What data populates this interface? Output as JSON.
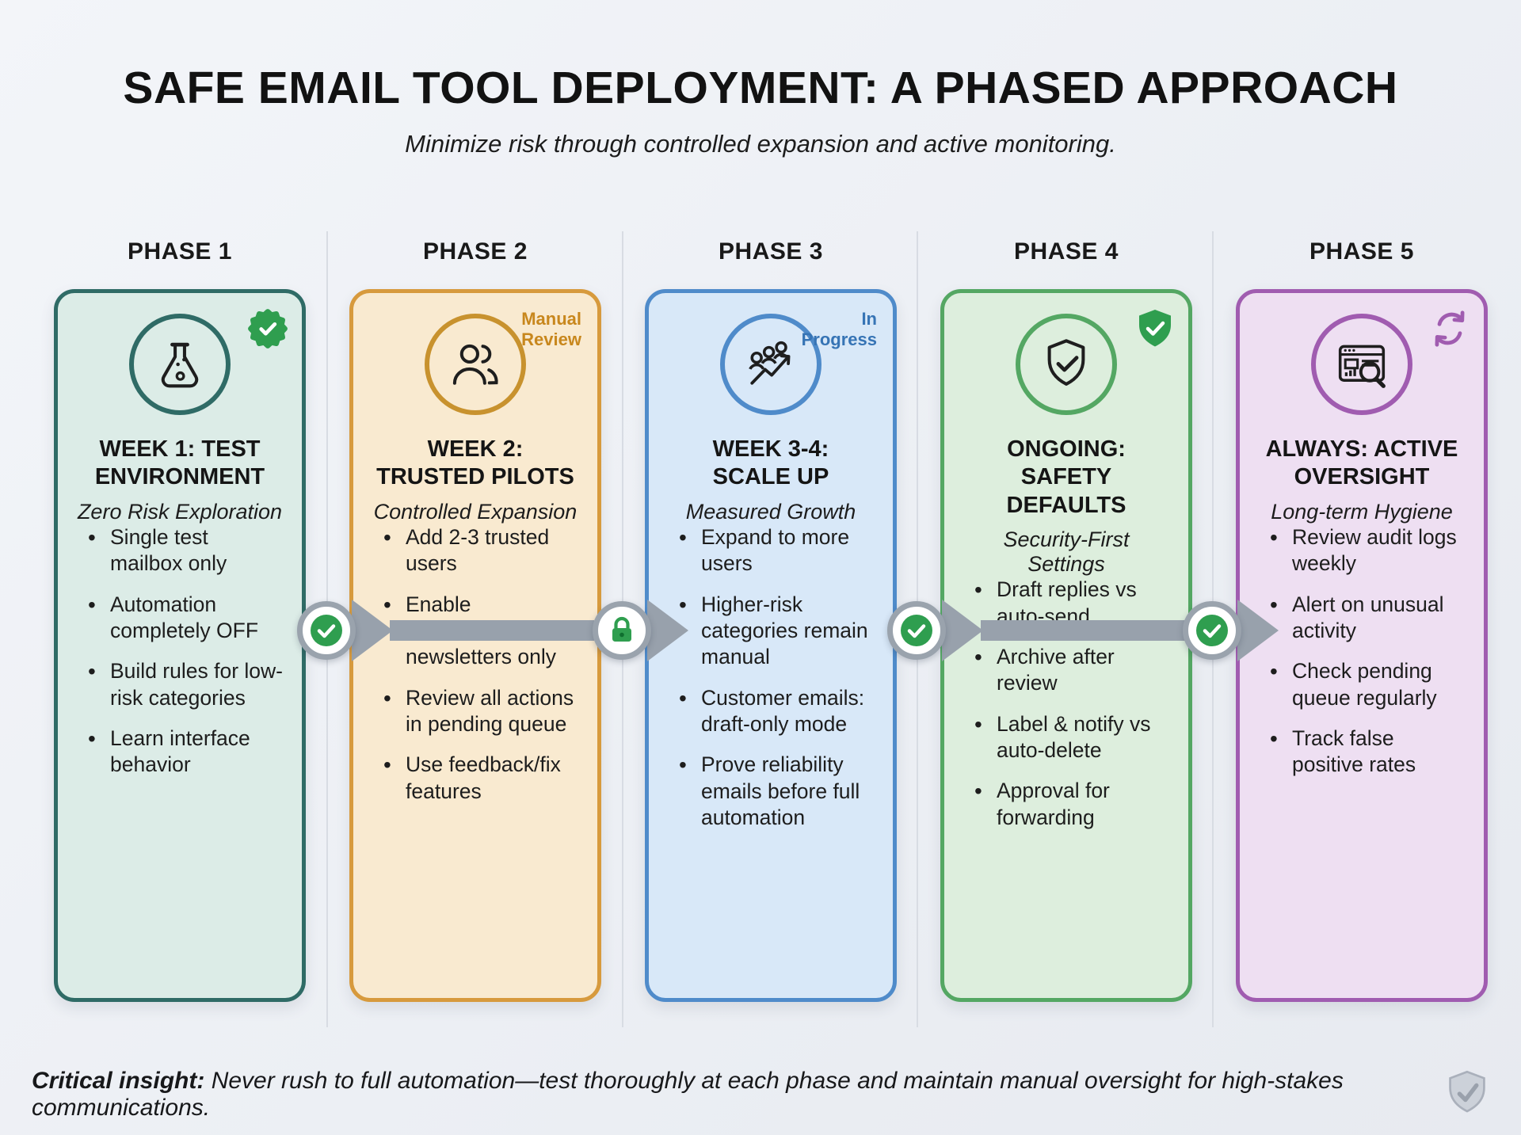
{
  "header": {
    "title": "SAFE EMAIL TOOL DEPLOYMENT: A PHASED APPROACH",
    "subtitle": "Minimize risk through controlled expansion and active monitoring."
  },
  "columns": [
    {
      "phase_label": "PHASE 1",
      "card": {
        "icon": "flask-icon",
        "status_badge_icon": "seal-check-icon",
        "title_lines": [
          "WEEK 1: TEST",
          "ENVIRONMENT"
        ],
        "subtitle": "Zero Risk Exploration",
        "bullets": [
          "Single test mailbox only",
          "Automation completely OFF",
          "Build rules for low-risk categories",
          "Learn interface behavior"
        ],
        "colors": {
          "border": "#2f6b66",
          "bg": "#dcece7",
          "accent": "#2f6b66",
          "badge_text": "#2f6b66"
        }
      }
    },
    {
      "phase_label": "PHASE 2",
      "card": {
        "icon": "users-icon",
        "badge_lines": [
          "Manual",
          "Review"
        ],
        "title_lines": [
          "WEEK 2:",
          "TRUSTED PILOTS"
        ],
        "subtitle": "Controlled Expansion",
        "bullets": [
          "Add 2-3 trusted users",
          "Enable automation for newsletters only",
          "Review all actions in pending queue",
          "Use feedback/fix features"
        ],
        "colors": {
          "border": "#d79a3d",
          "bg": "#f9ead0",
          "accent": "#c8922e",
          "badge_text": "#c8871d"
        }
      }
    },
    {
      "phase_label": "PHASE 3",
      "card": {
        "icon": "growth-team-icon",
        "badge_lines": [
          "In",
          "Progress"
        ],
        "title_lines": [
          "WEEK 3-4:",
          "SCALE UP"
        ],
        "subtitle": "Measured Growth",
        "bullets": [
          "Expand to more users",
          "Higher-risk categories remain manual",
          "Customer emails: draft-only mode",
          "Prove reliability emails before full automation"
        ],
        "colors": {
          "border": "#4f8bca",
          "bg": "#d8e8f8",
          "accent": "#4f8bca",
          "badge_text": "#3674b5"
        }
      }
    },
    {
      "phase_label": "PHASE 4",
      "card": {
        "icon": "shield-check-icon",
        "status_badge_icon": "shield-check-badge-icon",
        "title_lines": [
          "ONGOING:",
          "SAFETY DEFAULTS"
        ],
        "subtitle": "Security-First Settings",
        "bullets": [
          "Draft replies vs auto-send",
          "Archive after review",
          "Label & notify vs auto-delete",
          "Approval for forwarding"
        ],
        "colors": {
          "border": "#54a763",
          "bg": "#ddeedd",
          "accent": "#54a763",
          "badge_text": "#2f9e4f"
        }
      }
    },
    {
      "phase_label": "PHASE 5",
      "card": {
        "icon": "audit-magnifier-icon",
        "status_badge_icon": "refresh-icon",
        "title_lines": [
          "ALWAYS: ACTIVE",
          "OVERSIGHT"
        ],
        "subtitle": "Long-term Hygiene",
        "bullets": [
          "Review audit logs weekly",
          "Alert on unusual activity",
          "Check pending queue regularly",
          "Track false positive rates"
        ],
        "colors": {
          "border": "#a05cb0",
          "bg": "#eedff2",
          "accent": "#a05cb0",
          "badge_text": "#a05cb0"
        }
      }
    }
  ],
  "connectors": [
    {
      "icon": "check-circle-icon"
    },
    {
      "icon": "lock-icon"
    },
    {
      "icon": "check-circle-icon"
    },
    {
      "icon": "check-circle-icon"
    }
  ],
  "connector_colors": {
    "arrow": "#98a1ac",
    "ring": "#9aa3ad",
    "check_green": "#2f9e4f"
  },
  "footer": {
    "lead": "Critical insight:",
    "text": " Never rush to full automation—test thoroughly at each phase and maintain manual oversight for high-stakes communications.",
    "icon": "shield-check-icon"
  }
}
